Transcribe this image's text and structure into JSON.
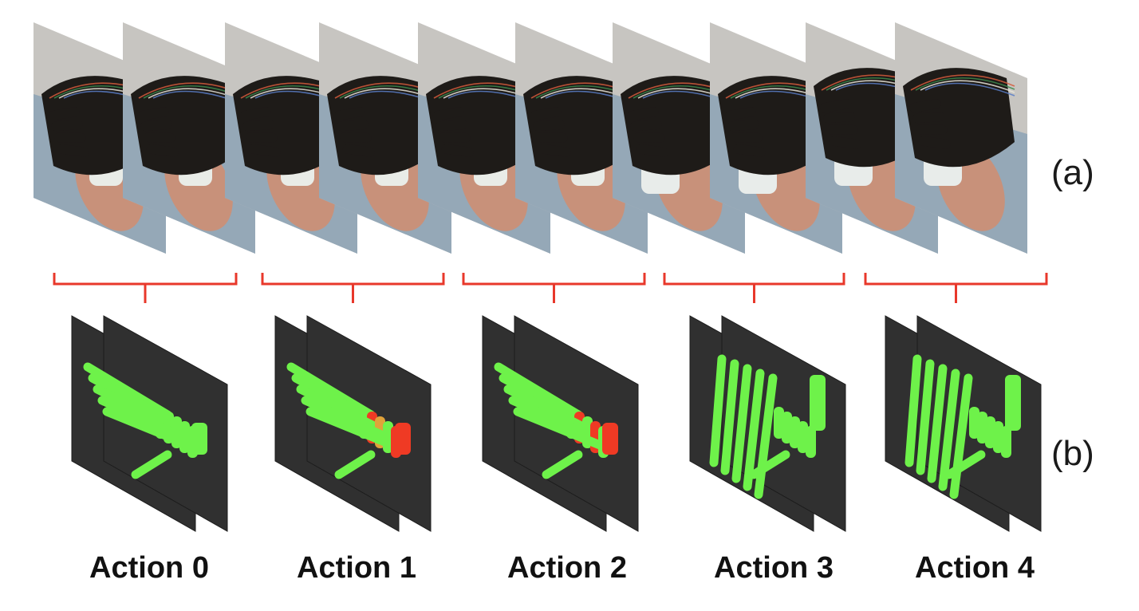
{
  "panels": [
    {
      "id": "a",
      "label": "(a)"
    },
    {
      "id": "b",
      "label": "(b)"
    }
  ],
  "actions": [
    {
      "index": 0,
      "label": "Action 0",
      "rendered_bones": [
        "green"
      ]
    },
    {
      "index": 1,
      "label": "Action 1",
      "rendered_bones": [
        "green",
        "red",
        "orange"
      ]
    },
    {
      "index": 2,
      "label": "Action 2",
      "rendered_bones": [
        "green",
        "red"
      ]
    },
    {
      "index": 3,
      "label": "Action 3",
      "rendered_bones": [
        "green"
      ]
    },
    {
      "index": 4,
      "label": "Action 4",
      "rendered_bones": [
        "green"
      ]
    }
  ],
  "colors": {
    "bracket": "#e8382b",
    "render_background": "#303030",
    "bone_green": "#6ef24a",
    "bone_red": "#ef3a24",
    "bone_orange": "#e0a23a",
    "photo_wall": "#c7c5c1",
    "photo_floor": "#8fa4b6",
    "glove": "#1e1b18",
    "skin": "#c8917a",
    "lid": "#8fd24a"
  },
  "icons": {
    "photo_frame": "hand-photo-frame",
    "render_frame": "hand-render-frame",
    "bracket": "group-bracket"
  }
}
